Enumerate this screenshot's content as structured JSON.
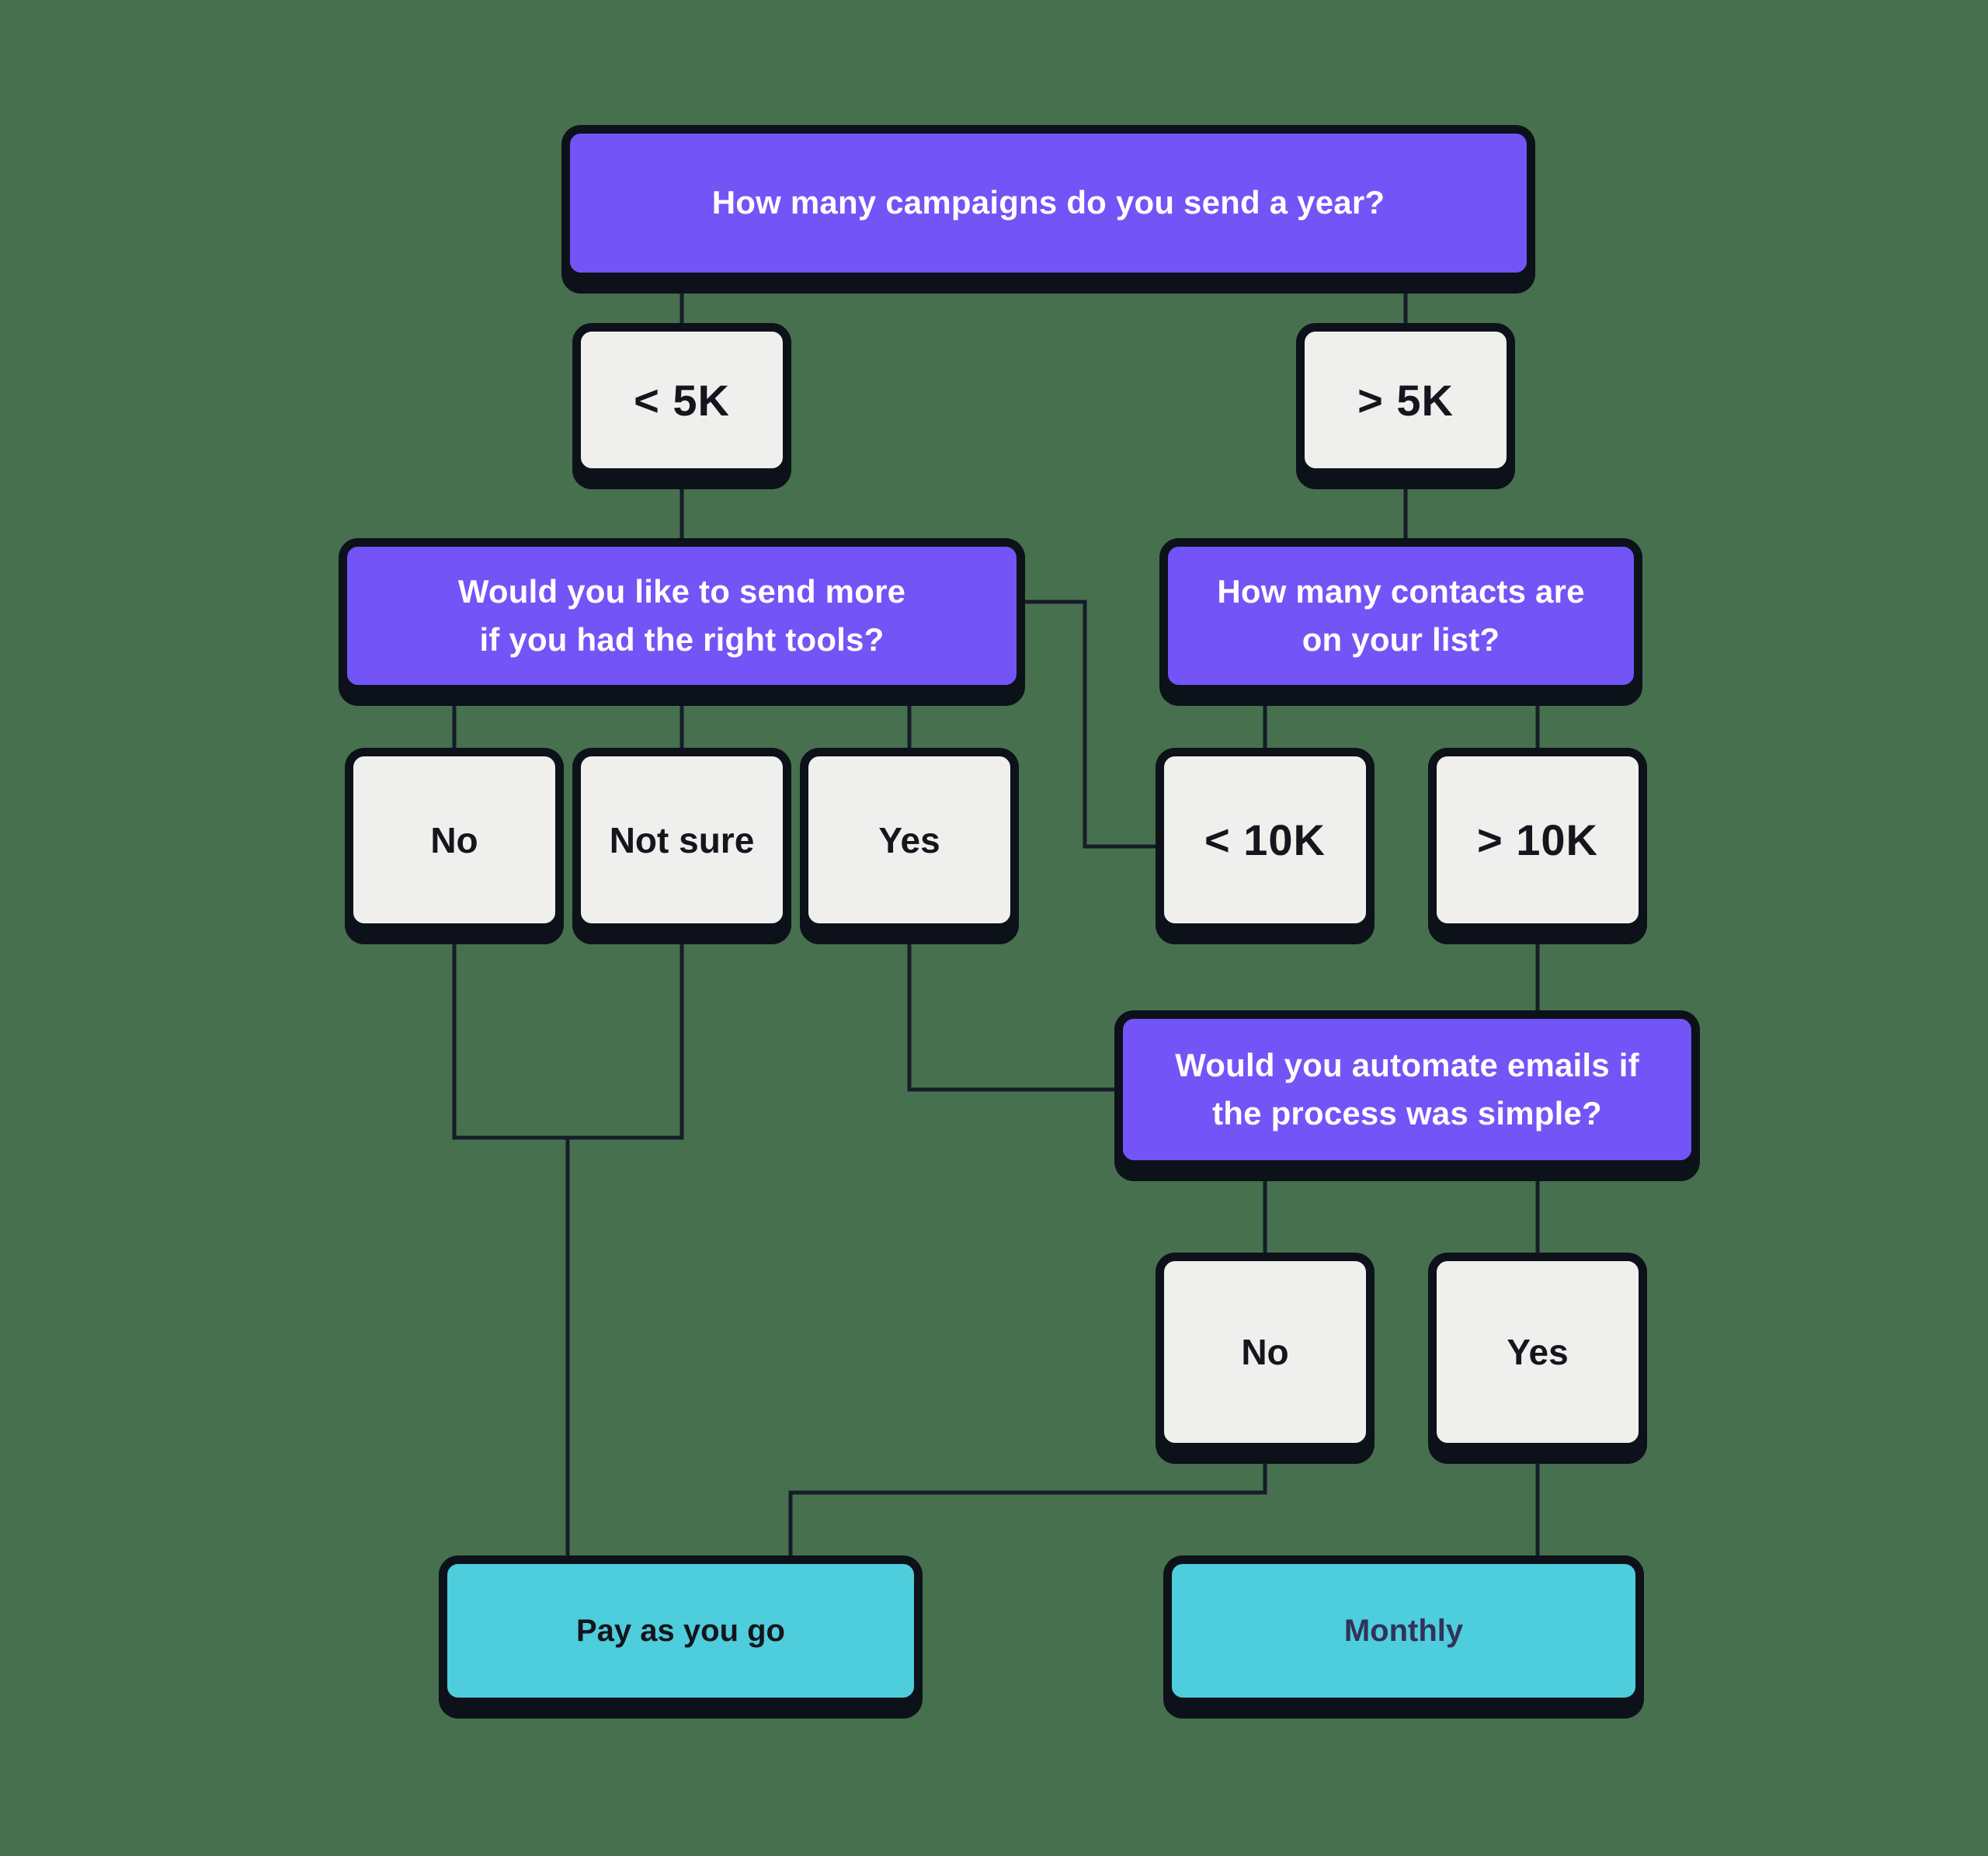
{
  "canvas": {
    "background_color": "#47704e"
  },
  "palette": {
    "question_fill": "#7254f7",
    "question_text": "#ffffff",
    "answer_fill": "#efefed",
    "answer_text": "#15161d",
    "result_fill": "#4ecddc",
    "result_text_pay": "#14141c",
    "result_text_monthly": "#32325a",
    "outline": "#0d1119",
    "connector": "#151d29"
  },
  "nodes": {
    "q_campaigns": {
      "type": "question",
      "label": "How many campaigns do you send a year?"
    },
    "a_lt_5k": {
      "type": "answer",
      "label": "< 5K"
    },
    "a_gt_5k": {
      "type": "answer",
      "label": "> 5K"
    },
    "q_send_more": {
      "type": "question",
      "label": "Would you like to send more\nif you had the right tools?"
    },
    "q_contacts": {
      "type": "question",
      "label": "How many contacts are\non your list?"
    },
    "a_no_tools": {
      "type": "answer",
      "label": "No"
    },
    "a_not_sure": {
      "type": "answer",
      "label": "Not sure"
    },
    "a_yes_tools": {
      "type": "answer",
      "label": "Yes"
    },
    "a_lt_10k": {
      "type": "answer",
      "label": "< 10K"
    },
    "a_gt_10k": {
      "type": "answer",
      "label": "> 10K"
    },
    "q_automate": {
      "type": "question",
      "label": "Would you automate emails if\nthe process was simple?"
    },
    "a_no_automate": {
      "type": "answer",
      "label": "No"
    },
    "a_yes_automate": {
      "type": "answer",
      "label": "Yes"
    },
    "r_pay_as_you_go": {
      "type": "result",
      "label": "Pay as you go"
    },
    "r_monthly": {
      "type": "result",
      "label": "Monthly"
    }
  },
  "edges": [
    {
      "from": "q_campaigns",
      "to": "a_lt_5k"
    },
    {
      "from": "q_campaigns",
      "to": "a_gt_5k"
    },
    {
      "from": "a_lt_5k",
      "to": "q_send_more"
    },
    {
      "from": "a_gt_5k",
      "to": "q_contacts"
    },
    {
      "from": "q_send_more",
      "to": "a_no_tools"
    },
    {
      "from": "q_send_more",
      "to": "a_not_sure"
    },
    {
      "from": "q_send_more",
      "to": "a_yes_tools"
    },
    {
      "from": "q_send_more",
      "to": "a_lt_10k"
    },
    {
      "from": "q_contacts",
      "to": "a_lt_10k"
    },
    {
      "from": "q_contacts",
      "to": "a_gt_10k"
    },
    {
      "from": "a_no_tools",
      "to": "r_pay_as_you_go"
    },
    {
      "from": "a_not_sure",
      "to": "r_pay_as_you_go"
    },
    {
      "from": "a_yes_tools",
      "to": "q_automate"
    },
    {
      "from": "a_gt_10k",
      "to": "q_automate"
    },
    {
      "from": "q_automate",
      "to": "a_no_automate"
    },
    {
      "from": "q_automate",
      "to": "a_yes_automate"
    },
    {
      "from": "a_no_automate",
      "to": "r_pay_as_you_go"
    },
    {
      "from": "a_yes_automate",
      "to": "r_monthly"
    }
  ]
}
